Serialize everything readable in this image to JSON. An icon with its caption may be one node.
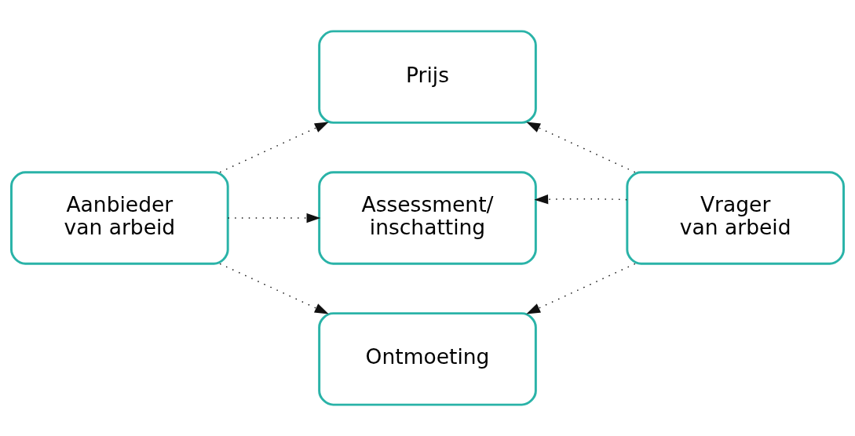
{
  "diagram": {
    "nodes": [
      {
        "text": [
          "Prijs"
        ]
      },
      {
        "text": [
          "Aanbieder van arbeid"
        ]
      },
      {
        "text": [
          "Assessment/ inschatting"
        ]
      },
      {
        "text": [
          "Vrager van arbeid"
        ]
      },
      {
        "text": [
          "Ontmoeting"
        ]
      }
    ],
    "edges": [
      {
        "from": 1,
        "to": 0,
        "arrow": "to"
      },
      {
        "from": 1,
        "to": 2,
        "arrow": "to"
      },
      {
        "from": 1,
        "to": 4,
        "arrow": "to"
      },
      {
        "from": 3,
        "to": 0,
        "arrow": "to"
      },
      {
        "from": 3,
        "to": 2,
        "arrow": "to"
      },
      {
        "from": 3,
        "to": 4,
        "arrow": "to"
      }
    ]
  }
}
